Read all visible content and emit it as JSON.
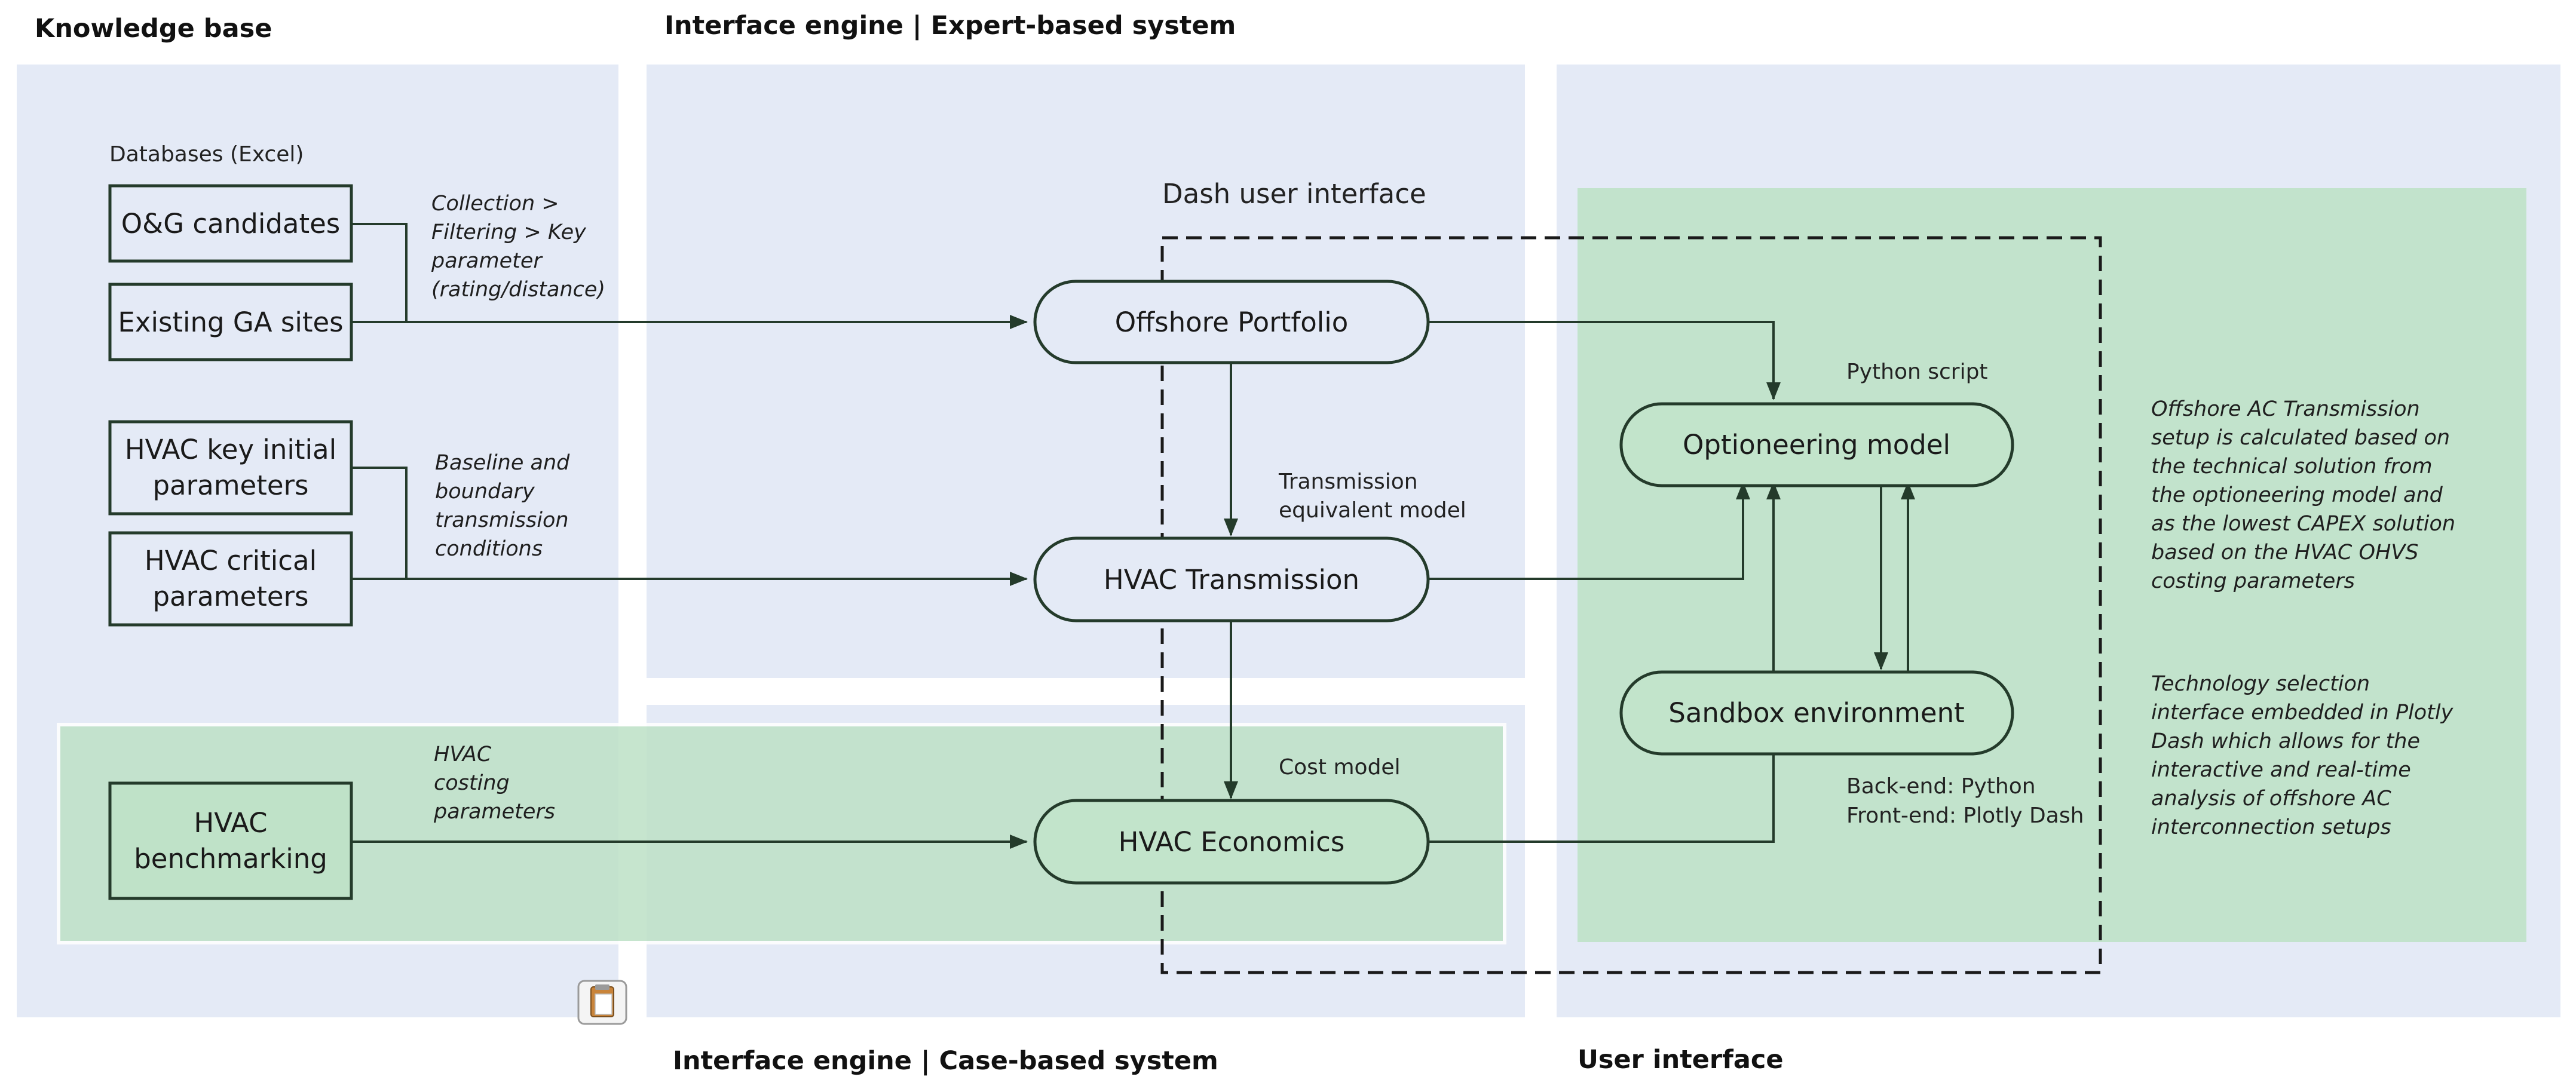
{
  "headers": {
    "knowledge_base": "Knowledge base",
    "expert_system": "Interface engine | Expert-based system",
    "case_system": "Interface engine | Case-based system",
    "user_interface": "User interface"
  },
  "labels": {
    "databases": "Databases (Excel)",
    "dash_ui": "Dash user interface",
    "python_script": "Python script",
    "transmission_model_1": "Transmission",
    "transmission_model_2": "equivalent model",
    "cost_model": "Cost model",
    "backend": "Back-end: Python",
    "frontend": "Front-end: Plotly Dash"
  },
  "boxes": {
    "og_candidates": "O&G candidates",
    "existing_ga": "Existing GA sites",
    "hvac_key_1": "HVAC key initial",
    "hvac_key_2": "parameters",
    "hvac_critical_1": "HVAC critical",
    "hvac_critical_2": "parameters",
    "hvac_bench_1": "HVAC",
    "hvac_bench_2": "benchmarking"
  },
  "nodes": {
    "offshore_portfolio": "Offshore Portfolio",
    "hvac_transmission": "HVAC Transmission",
    "hvac_economics": "HVAC Economics",
    "optioneering": "Optioneering model",
    "sandbox": "Sandbox environment"
  },
  "notes": {
    "collection": [
      "Collection >",
      "Filtering > Key",
      "parameter",
      "(rating/distance)"
    ],
    "baseline": [
      "Baseline and",
      "boundary",
      "transmission",
      "conditions"
    ],
    "costing": [
      "HVAC",
      "costing",
      "parameters"
    ],
    "offshore_ac": [
      "Offshore AC Transmission",
      "setup is calculated based on",
      "the technical solution from",
      "the optioneering model and",
      "as the lowest CAPEX solution",
      "based on the HVAC OHVS",
      "costing parameters"
    ],
    "technology": [
      "Technology selection",
      "interface embedded in Plotly",
      "Dash which allows for the",
      "interactive and real-time",
      "analysis of offshore AC",
      "interconnection setups"
    ]
  },
  "icons": {
    "clipboard": "clipboard-icon"
  },
  "colors": {
    "panel_blue": "#e4eaf6",
    "panel_green": "#bfe2c8",
    "node_green": "#c2e4cb",
    "line": "#243b2b"
  }
}
